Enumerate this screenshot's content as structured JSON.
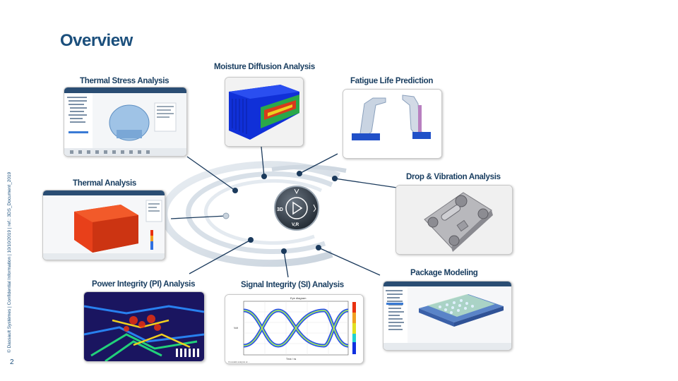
{
  "title": "Overview",
  "side_note": "© Dassault Systèmes | Confidential Information | 10/10/2019 | ref.: 3DS_Document_2019",
  "page_number": "2",
  "compass": {
    "left": "3D",
    "bottom": "V,R"
  },
  "panels": [
    {
      "id": "thermal-stress",
      "label": "Thermal Stress Analysis"
    },
    {
      "id": "moisture-diffusion",
      "label": "Moisture Diffusion Analysis"
    },
    {
      "id": "fatigue-life",
      "label": "Fatigue Life Prediction"
    },
    {
      "id": "thermal",
      "label": "Thermal Analysis"
    },
    {
      "id": "drop-vibration",
      "label": "Drop & Vibration Analysis"
    },
    {
      "id": "package-modeling",
      "label": "Package Modeling"
    },
    {
      "id": "power-integrity",
      "label": "Power Integrity (PI) Analysis"
    },
    {
      "id": "signal-integrity",
      "label": "Signal Integrity (SI) Analysis"
    }
  ],
  "eye_diagram": {
    "title": "Eye diagram",
    "xlabel": "Time / ns",
    "ylabel": "Volt",
    "note": "Crosstalk analysis at ..."
  },
  "colors": {
    "title": "#1b4f7c",
    "label": "#173c5f",
    "connector": "#1b3a5c",
    "accent": "#2a6fb5"
  }
}
